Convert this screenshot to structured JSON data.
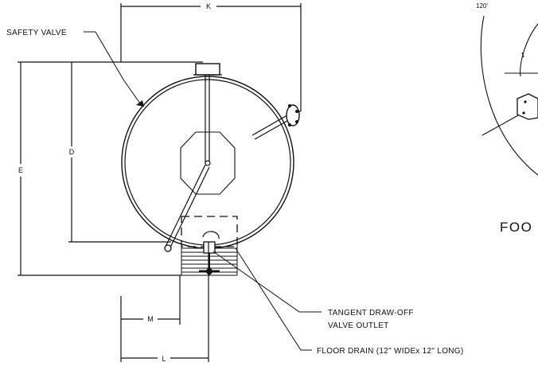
{
  "labels": {
    "safety_valve": "SAFETY VALVE",
    "tangent_line1": "TANGENT DRAW-OFF",
    "tangent_line2": "VALVE OUTLET",
    "floor_drain": "FLOOR DRAIN (12\" WIDEx 12\" LONG)",
    "foo": "FOO",
    "angle_120": "120'"
  },
  "dimensions": {
    "K": "K",
    "D": "D",
    "E": "E",
    "M": "M",
    "L": "L"
  },
  "colors": {
    "ink": "#111111",
    "background": "#ffffff"
  }
}
